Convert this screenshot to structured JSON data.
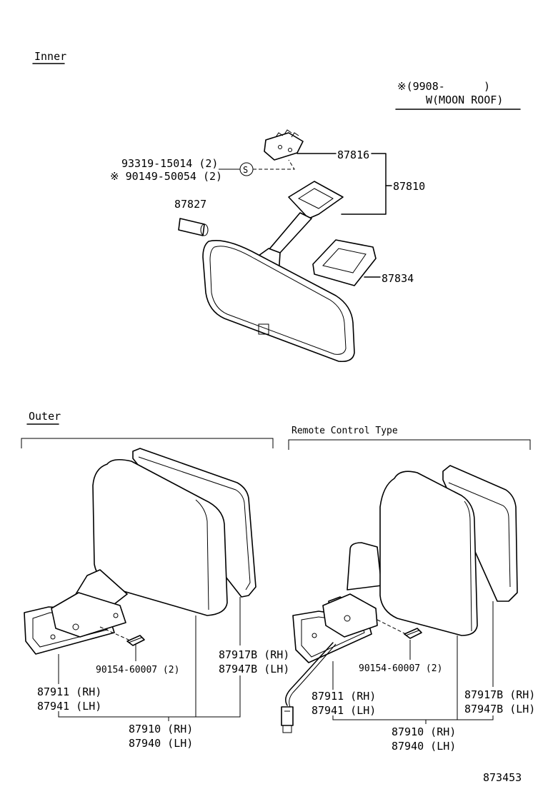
{
  "sections": {
    "inner": "Inner",
    "outer": "Outer",
    "remote_control_type": "Remote Control Type"
  },
  "note": {
    "line1": "※(9908-      )",
    "line2": "W(MOON  ROOF)"
  },
  "inner_parts": {
    "p93319": "93319-15014 (2)",
    "p90149": "※ 90149-50054 (2)",
    "screw_symbol": "S",
    "p87816": "87816",
    "p87810": "87810",
    "p87827": "87827",
    "p87834": "87834"
  },
  "outer_left": {
    "screw": "90154-60007 (2)",
    "mirror_rh": "87917B (RH)",
    "mirror_lh": "87947B (LH)",
    "gasket_rh": "87911 (RH)",
    "gasket_lh": "87941 (LH)",
    "assy_rh": "87910 (RH)",
    "assy_lh": "87940 (LH)"
  },
  "outer_right": {
    "screw": "90154-60007 (2)",
    "gasket_rh": "87911 (RH)",
    "gasket_lh": "87941 (LH)",
    "mirror_rh": "87917B (RH)",
    "mirror_lh": "87947B (LH)",
    "assy_rh": "87910 (RH)",
    "assy_lh": "87940 (LH)"
  },
  "figure_number": "873453"
}
